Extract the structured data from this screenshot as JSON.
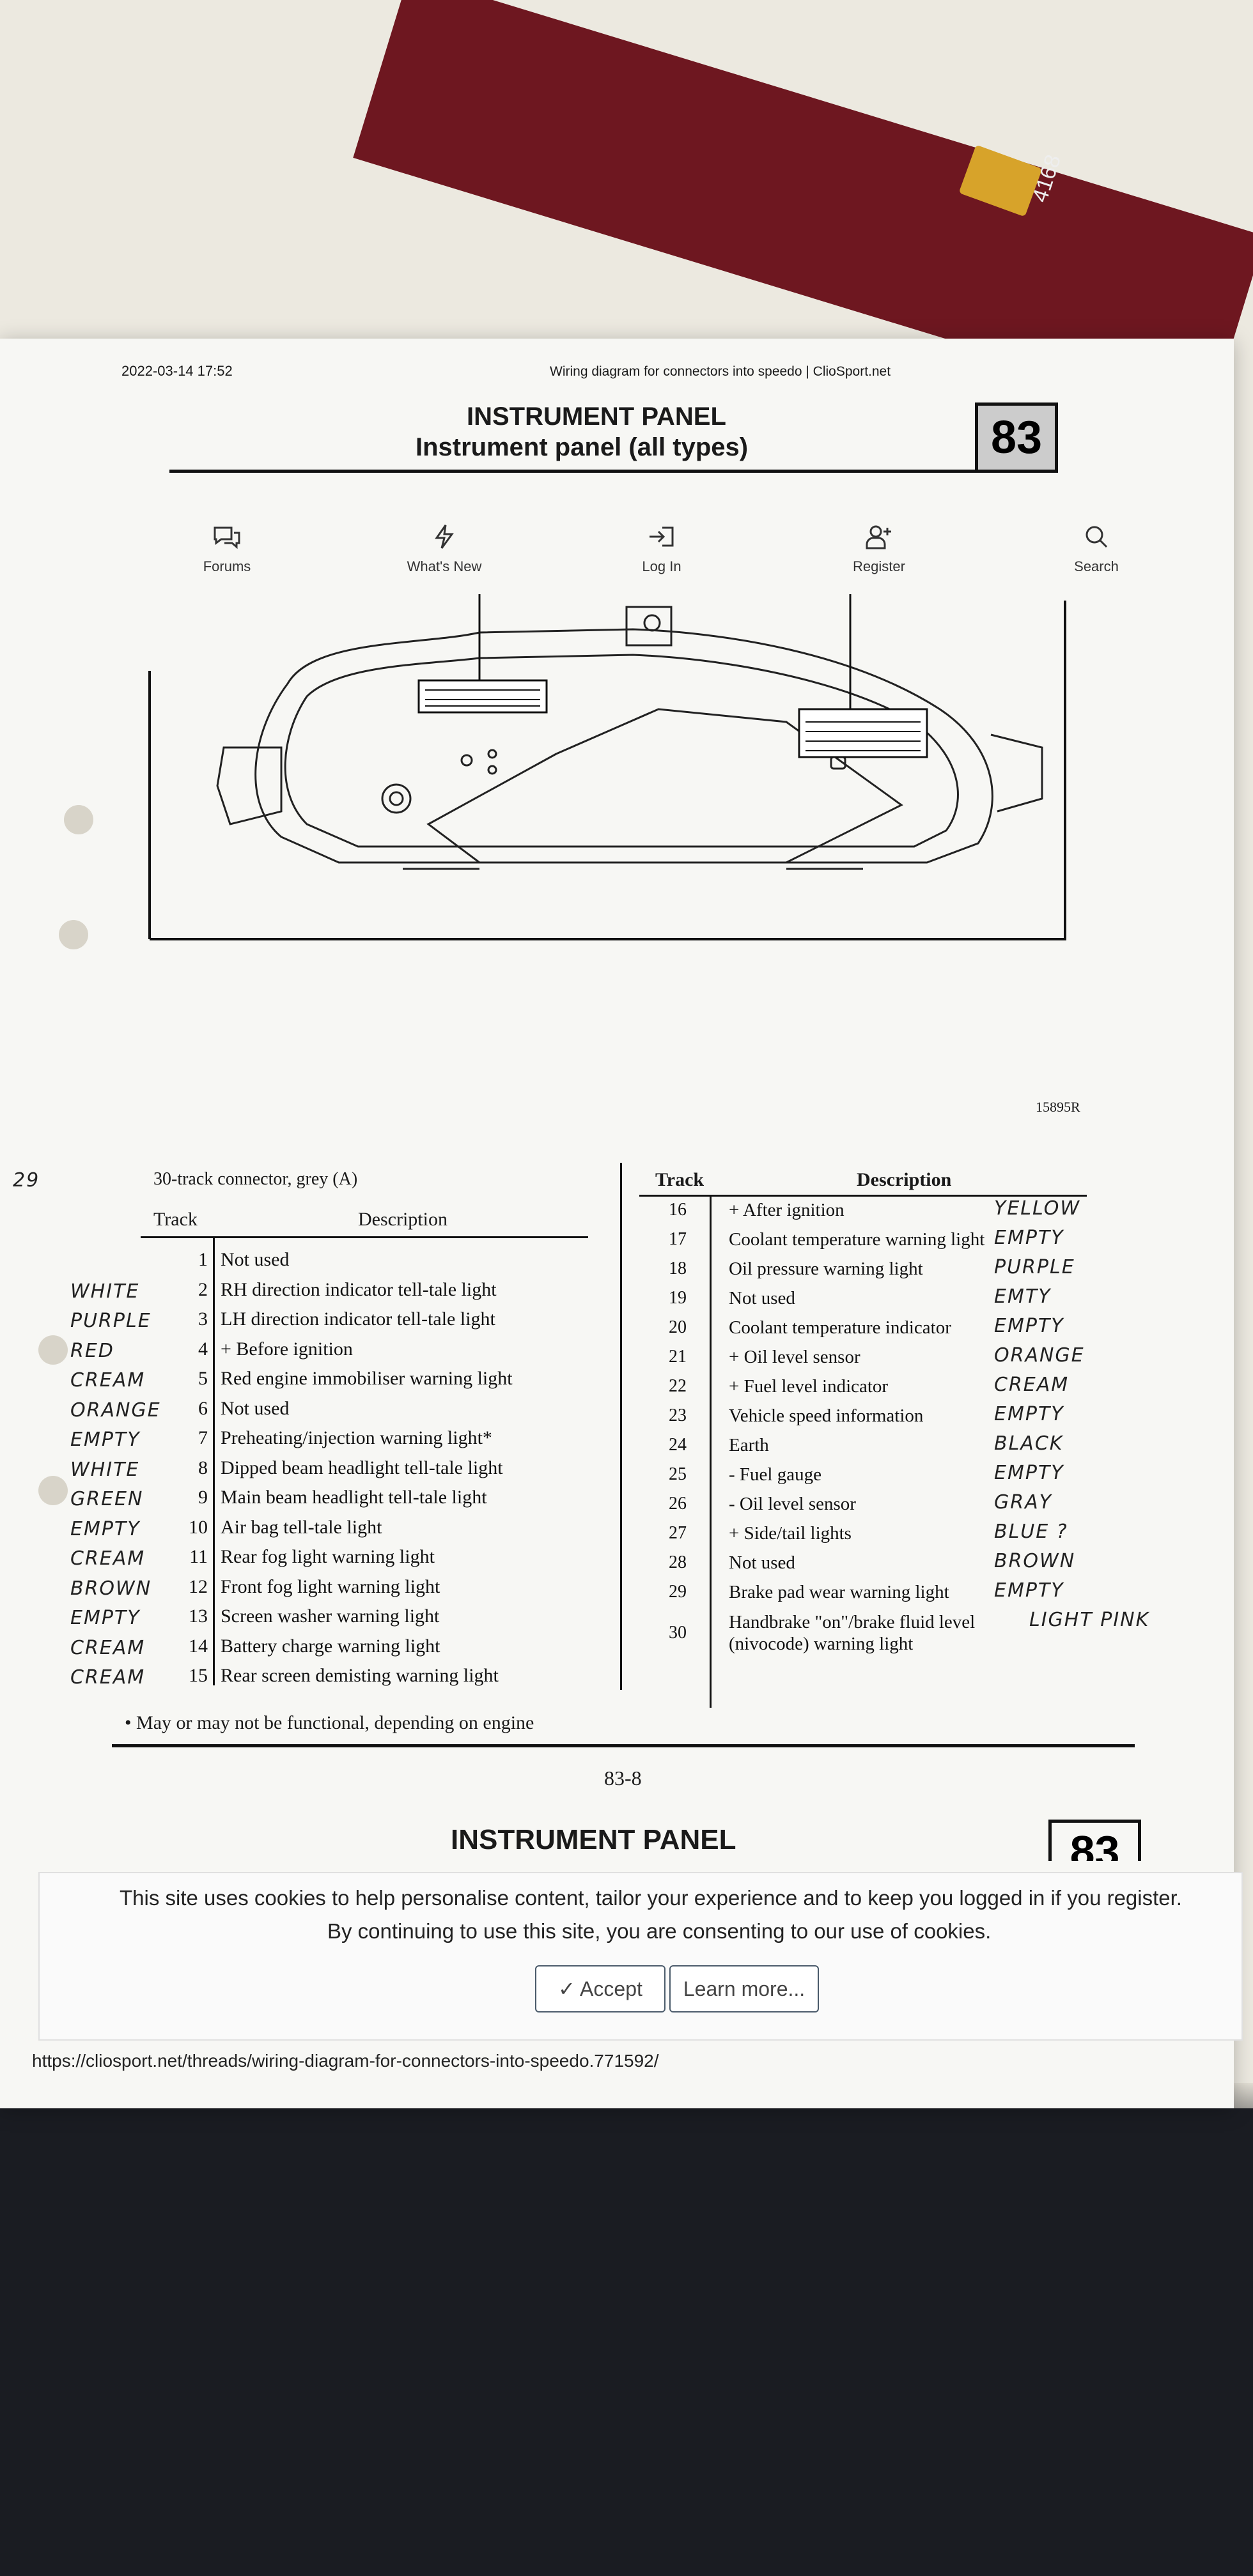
{
  "header": {
    "timestamp": "2022-03-14 17:52",
    "page_title": "Wiring diagram for connectors into speedo | ClioSport.net",
    "section_title": "INSTRUMENT PANEL",
    "subtitle": "Instrument panel (all types)",
    "section_number": "83"
  },
  "nav": {
    "forums": "Forums",
    "whats_new": "What's New",
    "login": "Log In",
    "register": "Register",
    "search": "Search"
  },
  "diagram": {
    "ref": "15895R"
  },
  "left_table": {
    "caption": "30-track connector, grey (A)",
    "col_track": "Track",
    "col_desc": "Description",
    "rows": [
      {
        "hand": "",
        "track": "1",
        "desc": "Not used"
      },
      {
        "hand": "WHITE",
        "track": "2",
        "desc": "RH direction indicator tell-tale light"
      },
      {
        "hand": "PURPLE",
        "track": "3",
        "desc": "LH direction indicator tell-tale light"
      },
      {
        "hand": "RED",
        "track": "4",
        "desc": "+ Before ignition"
      },
      {
        "hand": "CREAM",
        "track": "5",
        "desc": "Red engine immobiliser warning light"
      },
      {
        "hand": "ORANGE",
        "track": "6",
        "desc": "Not used"
      },
      {
        "hand": "EMPTY",
        "track": "7",
        "desc": "Preheating/injection warning light*"
      },
      {
        "hand": "WHITE",
        "track": "8",
        "desc": "Dipped beam headlight tell-tale light"
      },
      {
        "hand": "GREEN",
        "track": "9",
        "desc": "Main beam headlight tell-tale light"
      },
      {
        "hand": "EMPTY",
        "track": "10",
        "desc": "Air bag tell-tale light"
      },
      {
        "hand": "CREAM",
        "track": "11",
        "desc": "Rear fog light warning light"
      },
      {
        "hand": "BROWN",
        "track": "12",
        "desc": "Front fog light warning light"
      },
      {
        "hand": "EMPTY",
        "track": "13",
        "desc": "Screen washer warning light"
      },
      {
        "hand": "CREAM",
        "track": "14",
        "desc": "Battery charge warning light"
      },
      {
        "hand": "CREAM",
        "track": "15",
        "desc": "Rear screen demisting warning light"
      }
    ],
    "footnote": "May or may not be functional, depending on engine"
  },
  "right_table": {
    "col_track": "Track",
    "col_desc": "Description",
    "rows": [
      {
        "track": "16",
        "desc": "+ After ignition",
        "hand": "YELLOW"
      },
      {
        "track": "17",
        "desc": "Coolant temperature warning light",
        "hand": "EMPTY"
      },
      {
        "track": "18",
        "desc": "Oil pressure warning light",
        "hand": "PURPLE"
      },
      {
        "track": "19",
        "desc": "Not used",
        "hand": "EMTY"
      },
      {
        "track": "20",
        "desc": "Coolant temperature indicator",
        "hand": "EMPTY"
      },
      {
        "track": "21",
        "desc": "+ Oil level sensor",
        "hand": "ORANGE"
      },
      {
        "track": "22",
        "desc": "+ Fuel level indicator",
        "hand": "CREAM"
      },
      {
        "track": "23",
        "desc": "Vehicle speed information",
        "hand": "EMPTY"
      },
      {
        "track": "24",
        "desc": "Earth",
        "hand": "BLACK"
      },
      {
        "track": "25",
        "desc": "- Fuel gauge",
        "hand": "EMPTY"
      },
      {
        "track": "26",
        "desc": "- Oil level sensor",
        "hand": "GRAY"
      },
      {
        "track": "27",
        "desc": "+ Side/tail lights",
        "hand": "BLUE ?"
      },
      {
        "track": "28",
        "desc": "Not used",
        "hand": "BROWN"
      },
      {
        "track": "29",
        "desc": "Brake pad wear warning light",
        "hand": "EMPTY"
      },
      {
        "track": "30",
        "desc": "Handbrake \"on\"/brake fluid level (nivocode) warning light",
        "hand": "LIGHT PINK"
      }
    ]
  },
  "page_number": "83-8",
  "next_section_title": "INSTRUMENT PANEL",
  "next_section_number": "83",
  "cookie": {
    "line1": "This site uses cookies to help personalise content, tailor your experience and to keep you logged in if you register.",
    "line2": "By continuing to use this site, you are consenting to our use of cookies.",
    "accept": "Accept",
    "learn_more": "Learn more..."
  },
  "footer_url": "https://cliosport.net/threads/wiring-diagram-for-connectors-into-speedo.771592/",
  "margin_note": "29",
  "book_label": "4168"
}
